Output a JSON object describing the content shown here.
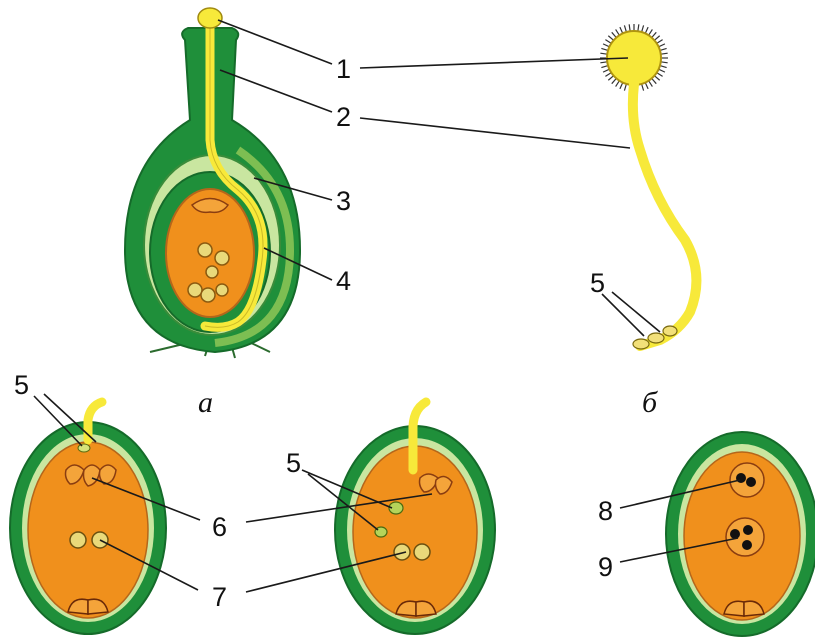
{
  "panel_letters": {
    "a": "а",
    "b": "б"
  },
  "labels": {
    "l1": "1",
    "l2": "2",
    "l3": "3",
    "l4": "4",
    "l5_top": "5",
    "l5_left": "5",
    "l5_mid": "5",
    "l6": "6",
    "l7": "7",
    "l8": "8",
    "l9": "9"
  },
  "colors": {
    "integument_dark": "#1f8f3a",
    "integument_light": "#7dbe52",
    "inner_wall": "#d8eaa8",
    "embryo_sac": "#f0901c",
    "embryo_sac_light": "#f7b24a",
    "pollen_tube": "#f7e93a",
    "nucleus": "#e9d97a",
    "nucleus_dark": "#111111",
    "outline": "#2b6b2e"
  }
}
